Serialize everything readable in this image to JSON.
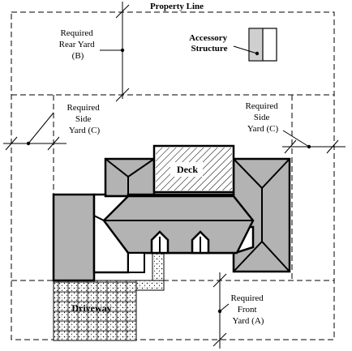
{
  "labels": {
    "property_line": "Property Line",
    "rear_yard": [
      "Required",
      "Rear Yard",
      "(B)"
    ],
    "accessory": [
      "Accessory",
      "Structure"
    ],
    "side_left": [
      "Required",
      "Side",
      "Yard (C)"
    ],
    "side_right": [
      "Required",
      "Side",
      "Yard (C)"
    ],
    "deck": "Deck",
    "driveway": "Driveway",
    "front_yard": [
      "Required",
      "Front",
      "Yard (A)"
    ]
  }
}
